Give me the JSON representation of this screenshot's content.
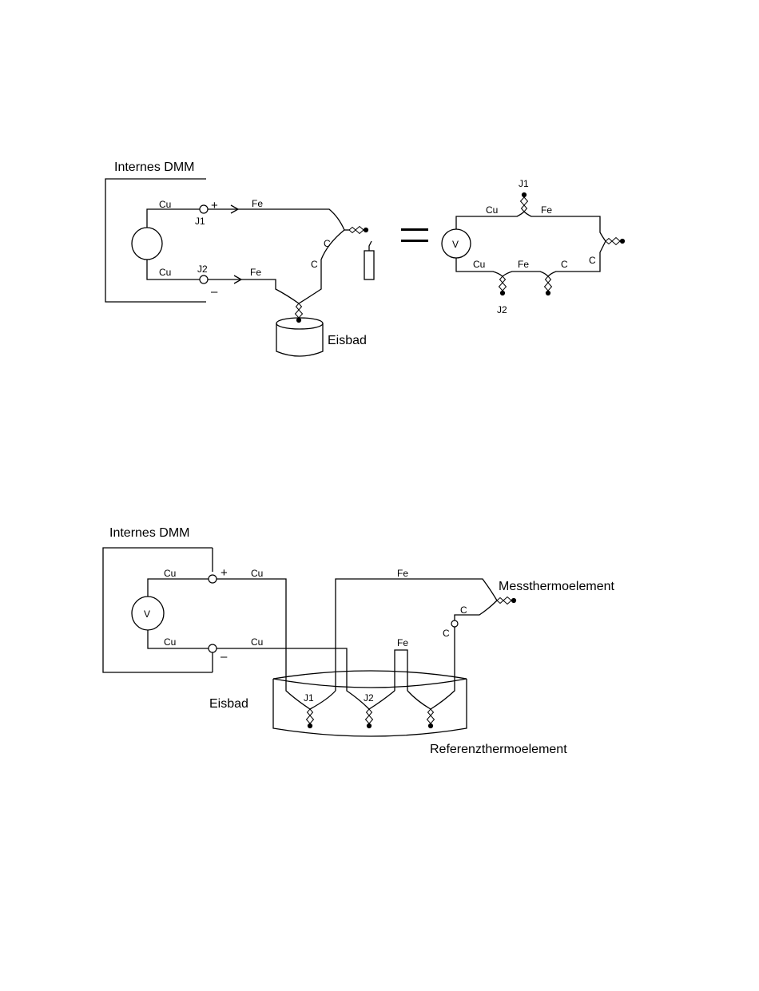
{
  "diagram1": {
    "dmm_title": "Internes DMM",
    "wire_cu_top": "Cu",
    "wire_cu_bottom": "Cu",
    "junction_j1": "J1",
    "junction_j2": "J2",
    "plus_sign": "+",
    "minus_sign": "–",
    "wire_fe_top": "Fe",
    "wire_fe_bottom": "Fe",
    "wire_c_upper": "C",
    "wire_c_lower": "C",
    "ice_bath_label": "Eisbad"
  },
  "equals_sign": "=",
  "diagram2": {
    "meter_symbol": "V",
    "junction_j1": "J1",
    "junction_j2": "J2",
    "wire_cu_top": "Cu",
    "wire_fe_top": "Fe",
    "wire_cu_bottom": "Cu",
    "wire_fe_bottom": "Fe",
    "wire_c_bottom": "C",
    "wire_c_right": "C"
  },
  "diagram3": {
    "dmm_title": "Internes DMM",
    "meter_symbol": "V",
    "wire_cu_inner_top": "Cu",
    "wire_cu_inner_bottom": "Cu",
    "plus_sign": "+",
    "minus_sign": "–",
    "wire_cu_outer_top": "Cu",
    "wire_cu_outer_bottom": "Cu",
    "wire_fe_top": "Fe",
    "wire_fe_middle": "Fe",
    "wire_c_upper": "C",
    "wire_c_lower": "C",
    "measuring_thermocouple_label": "Messthermoelement",
    "ice_bath_label": "Eisbad",
    "junction_j1": "J1",
    "junction_j2": "J2",
    "reference_thermocouple_label": "Referenzthermoelement"
  }
}
